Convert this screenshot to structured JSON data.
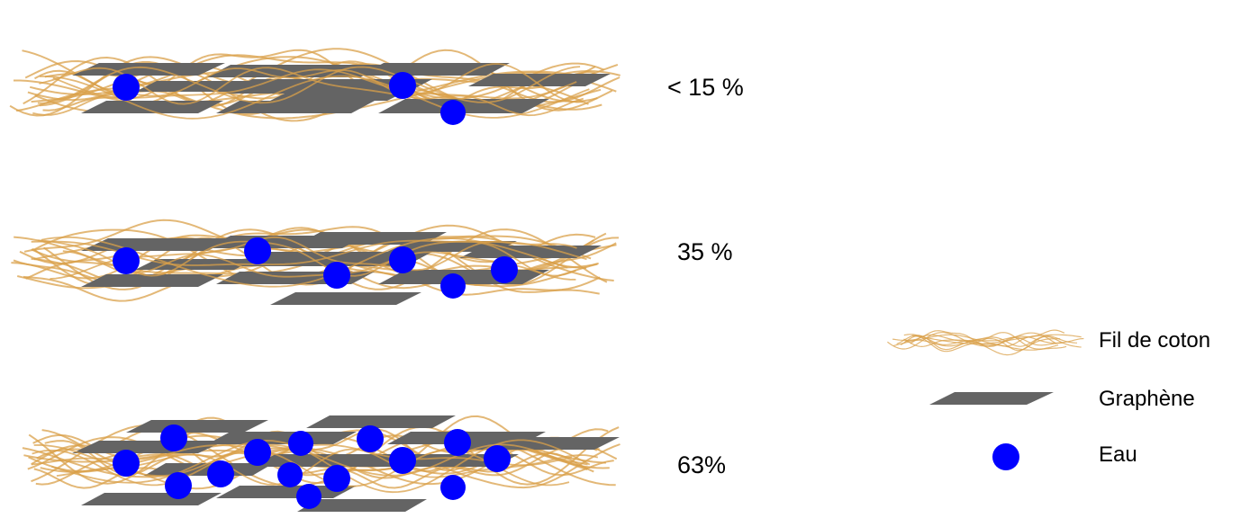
{
  "colors": {
    "fiber": "#D9A049",
    "graphene": "#646464",
    "water": "#0000FF",
    "background": "#FFFFFF"
  },
  "panels": [
    {
      "label": "< 15 %"
    },
    {
      "label": "35 %"
    },
    {
      "label": "63%"
    }
  ],
  "legend": {
    "items": [
      {
        "icon": "cotton-thread-icon",
        "label": "Fil de coton"
      },
      {
        "icon": "graphene-sheet-icon",
        "label": "Graphène"
      },
      {
        "icon": "water-molecule-icon",
        "label": "Eau"
      }
    ]
  }
}
